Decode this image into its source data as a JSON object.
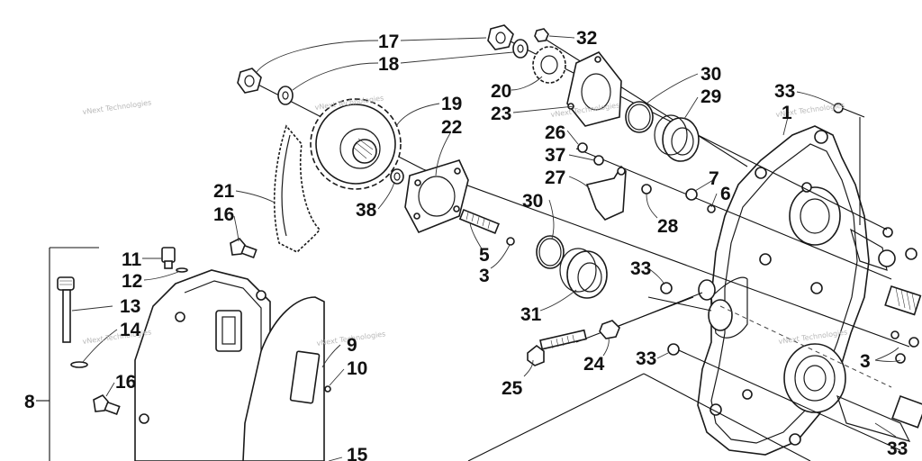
{
  "diagram": {
    "callouts": [
      {
        "id": "17",
        "text": "17"
      },
      {
        "id": "18",
        "text": "18"
      },
      {
        "id": "32",
        "text": "32"
      },
      {
        "id": "20",
        "text": "20"
      },
      {
        "id": "23",
        "text": "23"
      },
      {
        "id": "30a",
        "text": "30"
      },
      {
        "id": "29",
        "text": "29"
      },
      {
        "id": "33a",
        "text": "33"
      },
      {
        "id": "1",
        "text": "1"
      },
      {
        "id": "19",
        "text": "19"
      },
      {
        "id": "22",
        "text": "22"
      },
      {
        "id": "26",
        "text": "26"
      },
      {
        "id": "37",
        "text": "37"
      },
      {
        "id": "27",
        "text": "27"
      },
      {
        "id": "7",
        "text": "7"
      },
      {
        "id": "6",
        "text": "6"
      },
      {
        "id": "21",
        "text": "21"
      },
      {
        "id": "16a",
        "text": "16"
      },
      {
        "id": "38",
        "text": "38"
      },
      {
        "id": "30b",
        "text": "30"
      },
      {
        "id": "28",
        "text": "28"
      },
      {
        "id": "11",
        "text": "11"
      },
      {
        "id": "12",
        "text": "12"
      },
      {
        "id": "5",
        "text": "5"
      },
      {
        "id": "3a",
        "text": "3"
      },
      {
        "id": "33b",
        "text": "33"
      },
      {
        "id": "13",
        "text": "13"
      },
      {
        "id": "31",
        "text": "31"
      },
      {
        "id": "14",
        "text": "14"
      },
      {
        "id": "9",
        "text": "9"
      },
      {
        "id": "24",
        "text": "24"
      },
      {
        "id": "33c",
        "text": "33"
      },
      {
        "id": "3b",
        "text": "3"
      },
      {
        "id": "10",
        "text": "10"
      },
      {
        "id": "16b",
        "text": "16"
      },
      {
        "id": "25",
        "text": "25"
      },
      {
        "id": "8",
        "text": "8"
      },
      {
        "id": "15",
        "text": "15"
      },
      {
        "id": "33d",
        "text": "33"
      }
    ],
    "watermarks": [
      {
        "id": "w1",
        "text": "vNext Technologies"
      },
      {
        "id": "w2",
        "text": "vNext Technologies"
      },
      {
        "id": "w3",
        "text": "vNext Technologies"
      },
      {
        "id": "w4",
        "text": "vNext Technologies"
      },
      {
        "id": "w5",
        "text": "vNext Technologies"
      },
      {
        "id": "w6",
        "text": "vNext Technologies"
      },
      {
        "id": "w7",
        "text": "vNext Technologies"
      }
    ]
  }
}
